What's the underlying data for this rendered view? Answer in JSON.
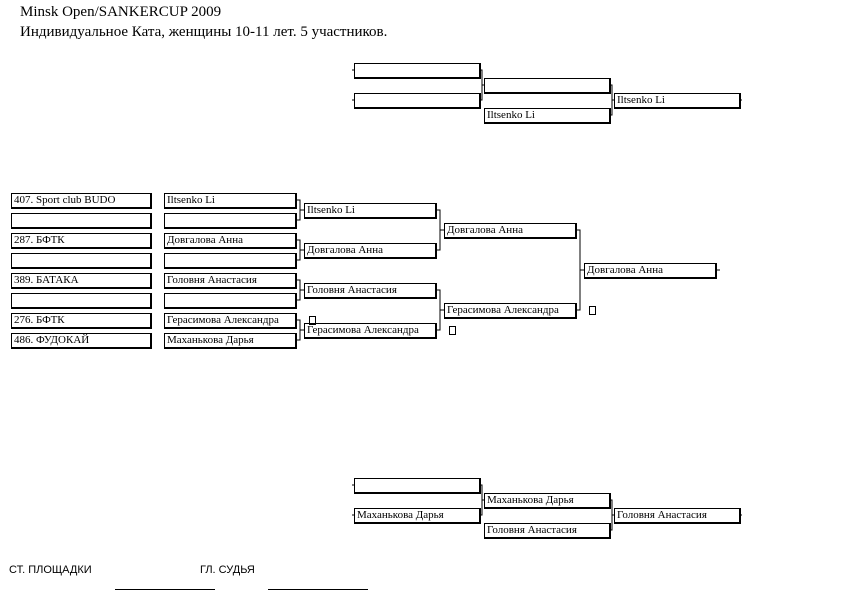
{
  "header": {
    "title": "Minsk Open/SANKERCUP 2009",
    "subtitle": "Индивидуальное Ката, женщины 10-11 лет. 5 участников."
  },
  "participants": [
    {
      "club": "407. Sport club BUDO",
      "name": "Iltsenko Li"
    },
    {
      "club": "",
      "name": ""
    },
    {
      "club": "287. БФТК",
      "name": "Довгалова Анна"
    },
    {
      "club": "",
      "name": ""
    },
    {
      "club": "389. БАТАКА",
      "name": "Головня Анастасия"
    },
    {
      "club": "",
      "name": ""
    },
    {
      "club": "276. БФТК",
      "name": "Герасимова Александра"
    },
    {
      "club": "486. ФУДОКАЙ",
      "name": "Маханькова Дарья"
    }
  ],
  "round2": [
    "Iltsenko Li",
    "Довгалова Анна",
    "Головня Анастасия",
    "Герасимова Александра"
  ],
  "semifinal": [
    "Довгалова Анна",
    "Герасимова Александра"
  ],
  "final": {
    "winner": "Довгалова Анна"
  },
  "repechage_top": {
    "round1": [
      "",
      ""
    ],
    "round2": [
      "",
      "Iltsenko Li"
    ],
    "winner": "Iltsenko Li"
  },
  "repechage_bottom": {
    "round1": [
      "",
      "Маханькова Дарья"
    ],
    "round2": [
      "Маханькова Дарья",
      "Головня Анастасия"
    ],
    "winner": "Головня Анастасия"
  },
  "footer": {
    "site_chief": "СТ. ПЛОЩАДКИ",
    "chief_judge": "ГЛ. СУДЬЯ"
  }
}
